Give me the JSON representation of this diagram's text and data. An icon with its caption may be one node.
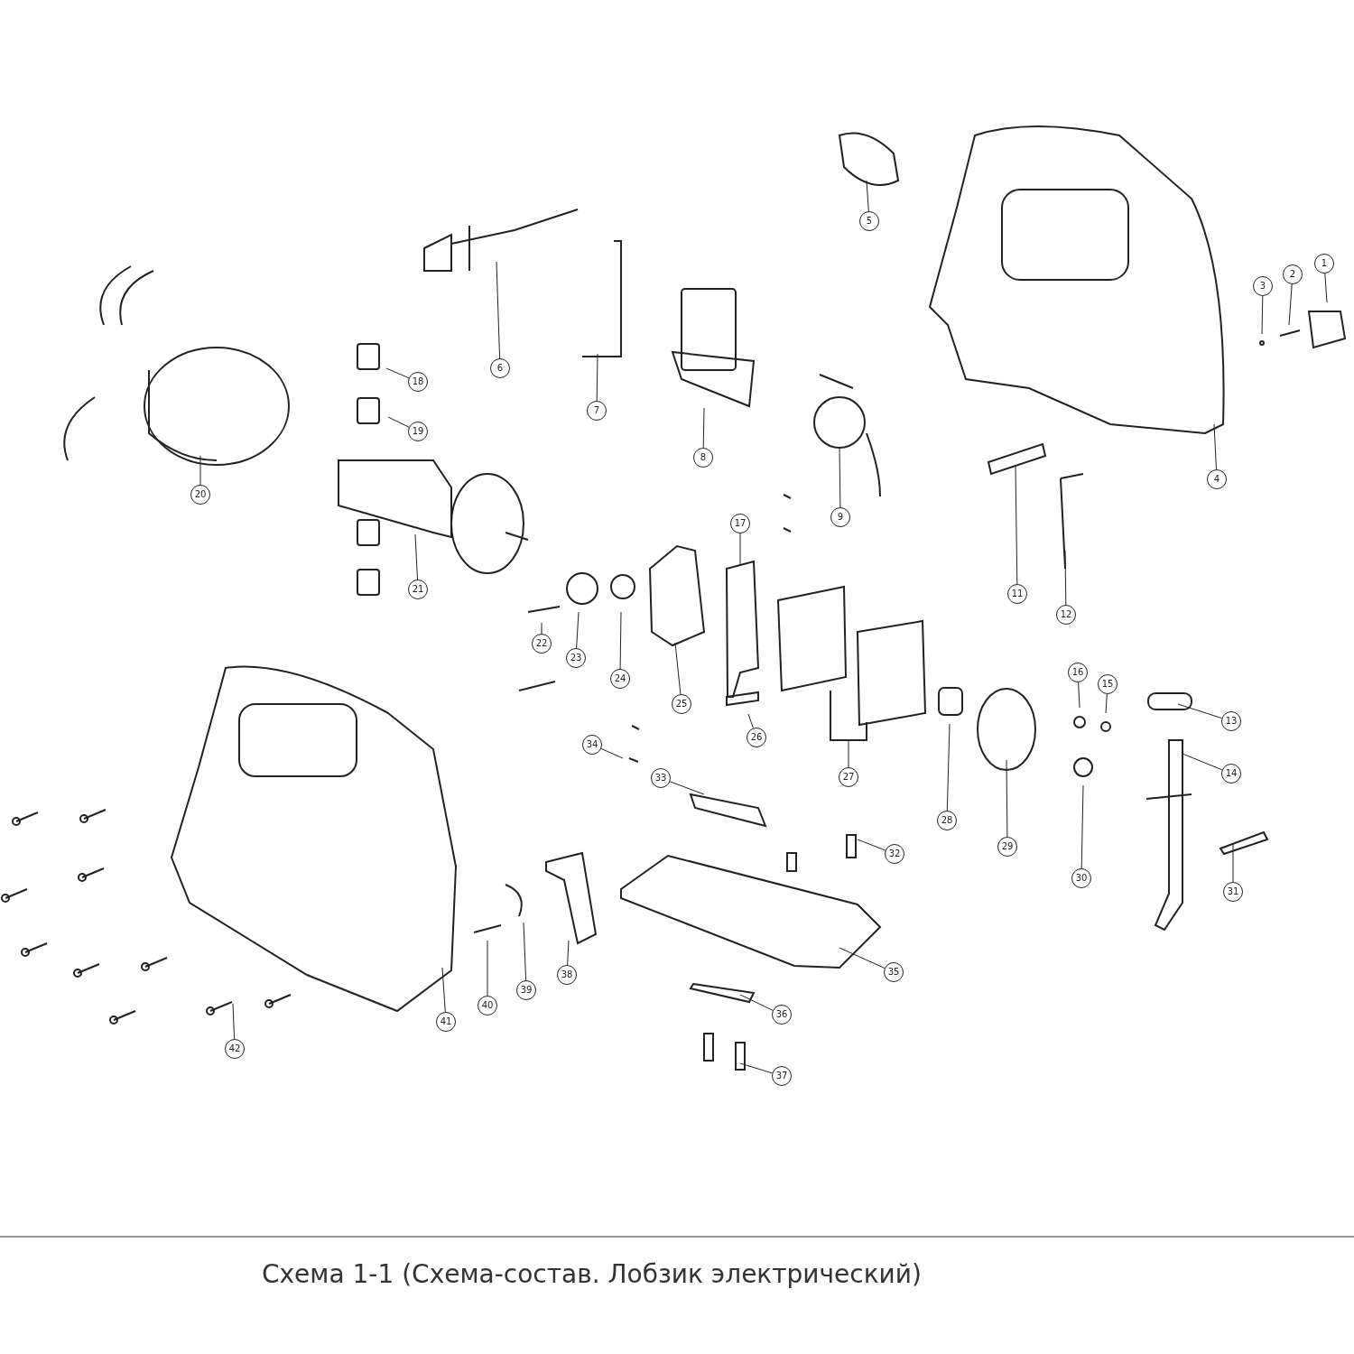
{
  "diagram": {
    "caption": "Схема 1-1 (Схема-состав. Лобзик электрический)",
    "nodes": [
      {
        "text": [
          "1"
        ]
      },
      {
        "text": [
          "2"
        ]
      },
      {
        "text": [
          "3"
        ]
      },
      {
        "text": [
          "4"
        ]
      },
      {
        "text": [
          "5"
        ]
      },
      {
        "text": [
          "6"
        ]
      },
      {
        "text": [
          "7"
        ]
      },
      {
        "text": [
          "8"
        ]
      },
      {
        "text": [
          "9"
        ]
      },
      {
        "text": [
          "11"
        ]
      },
      {
        "text": [
          "12"
        ]
      },
      {
        "text": [
          "13"
        ]
      },
      {
        "text": [
          "14"
        ]
      },
      {
        "text": [
          "15"
        ]
      },
      {
        "text": [
          "16"
        ]
      },
      {
        "text": [
          "17"
        ]
      },
      {
        "text": [
          "18"
        ]
      },
      {
        "text": [
          "19"
        ]
      },
      {
        "text": [
          "20"
        ]
      },
      {
        "text": [
          "21"
        ]
      },
      {
        "text": [
          "22"
        ]
      },
      {
        "text": [
          "23"
        ]
      },
      {
        "text": [
          "24"
        ]
      },
      {
        "text": [
          "25"
        ]
      },
      {
        "text": [
          "26"
        ]
      },
      {
        "text": [
          "27"
        ]
      },
      {
        "text": [
          "28"
        ]
      },
      {
        "text": [
          "29"
        ]
      },
      {
        "text": [
          "30"
        ]
      },
      {
        "text": [
          "31"
        ]
      },
      {
        "text": [
          "32"
        ]
      },
      {
        "text": [
          "33"
        ]
      },
      {
        "text": [
          "34"
        ]
      },
      {
        "text": [
          "35"
        ]
      },
      {
        "text": [
          "36"
        ]
      },
      {
        "text": [
          "37"
        ]
      },
      {
        "text": [
          "38"
        ]
      },
      {
        "text": [
          "39"
        ]
      },
      {
        "text": [
          "40"
        ]
      },
      {
        "text": [
          "41"
        ]
      },
      {
        "text": [
          "42"
        ]
      }
    ],
    "edges": [
      {
        "from": 0,
        "to": null,
        "arrow": "none"
      },
      {
        "from": 1,
        "to": null,
        "arrow": "none"
      },
      {
        "from": 2,
        "to": null,
        "arrow": "none"
      },
      {
        "from": 3,
        "to": null,
        "arrow": "none"
      },
      {
        "from": 4,
        "to": null,
        "arrow": "none"
      },
      {
        "from": 5,
        "to": null,
        "arrow": "none"
      },
      {
        "from": 6,
        "to": null,
        "arrow": "none"
      },
      {
        "from": 7,
        "to": null,
        "arrow": "none"
      },
      {
        "from": 8,
        "to": null,
        "arrow": "none"
      },
      {
        "from": 9,
        "to": null,
        "arrow": "none"
      },
      {
        "from": 10,
        "to": null,
        "arrow": "none"
      },
      {
        "from": 11,
        "to": null,
        "arrow": "none"
      },
      {
        "from": 12,
        "to": null,
        "arrow": "none"
      },
      {
        "from": 13,
        "to": null,
        "arrow": "none"
      },
      {
        "from": 14,
        "to": null,
        "arrow": "none"
      },
      {
        "from": 15,
        "to": null,
        "arrow": "none"
      },
      {
        "from": 16,
        "to": null,
        "arrow": "none"
      },
      {
        "from": 17,
        "to": null,
        "arrow": "none"
      },
      {
        "from": 18,
        "to": null,
        "arrow": "none"
      },
      {
        "from": 19,
        "to": null,
        "arrow": "none"
      },
      {
        "from": 20,
        "to": null,
        "arrow": "none"
      },
      {
        "from": 21,
        "to": null,
        "arrow": "none"
      },
      {
        "from": 22,
        "to": null,
        "arrow": "none"
      },
      {
        "from": 23,
        "to": null,
        "arrow": "none"
      },
      {
        "from": 24,
        "to": null,
        "arrow": "none"
      },
      {
        "from": 25,
        "to": null,
        "arrow": "none"
      },
      {
        "from": 26,
        "to": null,
        "arrow": "none"
      },
      {
        "from": 27,
        "to": null,
        "arrow": "none"
      },
      {
        "from": 28,
        "to": null,
        "arrow": "none"
      },
      {
        "from": 29,
        "to": null,
        "arrow": "none"
      },
      {
        "from": 30,
        "to": null,
        "arrow": "none"
      },
      {
        "from": 31,
        "to": null,
        "arrow": "none"
      },
      {
        "from": 32,
        "to": null,
        "arrow": "none"
      },
      {
        "from": 33,
        "to": null,
        "arrow": "none"
      },
      {
        "from": 34,
        "to": null,
        "arrow": "none"
      },
      {
        "from": 35,
        "to": null,
        "arrow": "none"
      },
      {
        "from": 36,
        "to": null,
        "arrow": "none"
      },
      {
        "from": 37,
        "to": null,
        "arrow": "none"
      },
      {
        "from": 38,
        "to": null,
        "arrow": "none"
      },
      {
        "from": 39,
        "to": null,
        "arrow": "none"
      },
      {
        "from": 40,
        "to": null,
        "arrow": "none"
      }
    ]
  }
}
